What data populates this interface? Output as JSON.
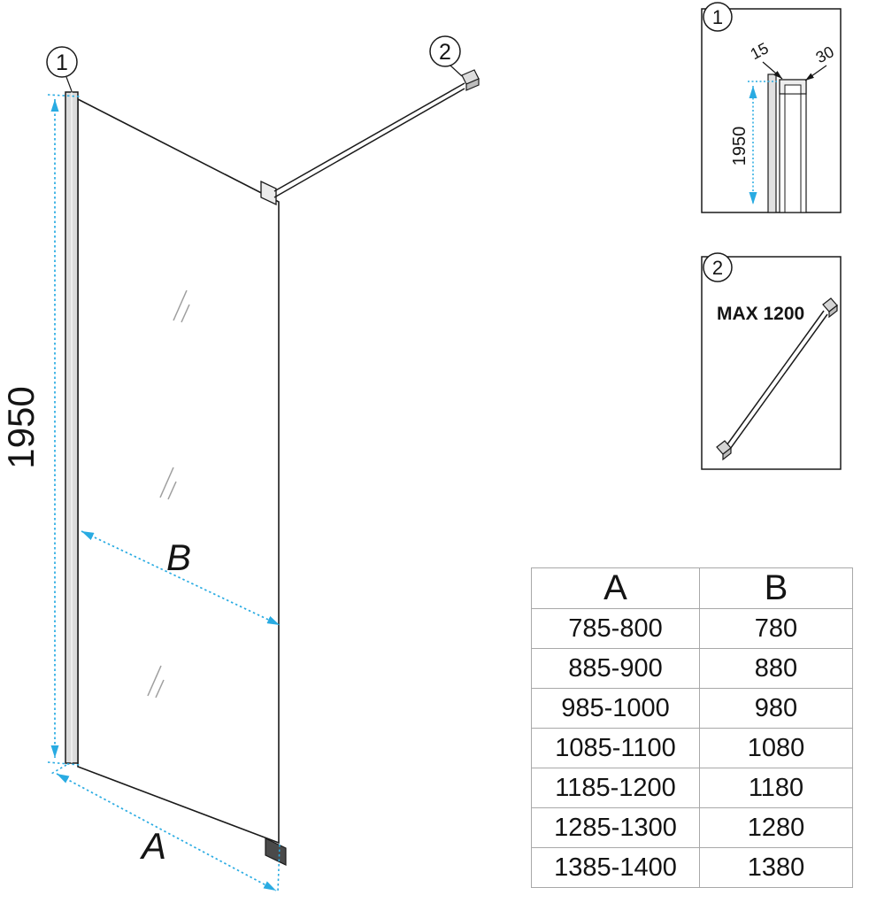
{
  "colors": {
    "accent_dimension": "#29abe2",
    "line": "#1a1a1a",
    "table_border": "#a8a8a8",
    "profile_fill": "#dcdcdc"
  },
  "main_view": {
    "callout_1": "1",
    "callout_2": "2",
    "height_dim": "1950",
    "glass_width_dim": "B",
    "total_width_dim": "A"
  },
  "detail_1": {
    "callout": "1",
    "inner_width_dim": "15",
    "outer_width_dim": "30",
    "height_dim": "1950"
  },
  "detail_2": {
    "callout": "2",
    "max_length": "MAX 1200"
  },
  "size_table": {
    "headers": [
      "A",
      "B"
    ],
    "rows": [
      {
        "a": "785-800",
        "b": "780"
      },
      {
        "a": "885-900",
        "b": "880"
      },
      {
        "a": "985-1000",
        "b": "980"
      },
      {
        "a": "1085-1100",
        "b": "1080"
      },
      {
        "a": "1185-1200",
        "b": "1180"
      },
      {
        "a": "1285-1300",
        "b": "1280"
      },
      {
        "a": "1385-1400",
        "b": "1380"
      }
    ]
  }
}
